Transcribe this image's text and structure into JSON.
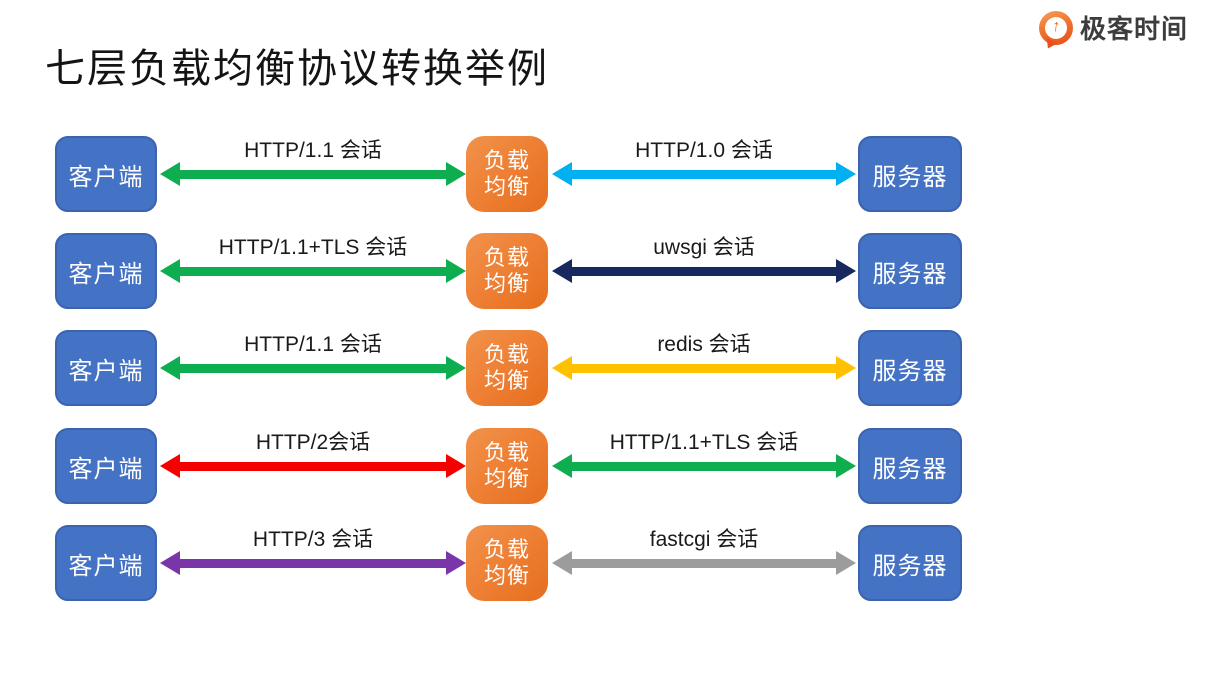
{
  "title": "七层负载均衡协议转换举例",
  "logo": {
    "text": "极客时间",
    "icon": "geektime-pin-icon",
    "icon_arrow": "↑",
    "brand_orange": "#EE6021",
    "text_color": "#3D3D3D"
  },
  "nodes": {
    "client": "客户端",
    "lb_line1": "负载",
    "lb_line2": "均衡",
    "server": "服务器",
    "client_color": "#4472C4",
    "lb_color": "#ED7D31"
  },
  "rows": [
    {
      "left": {
        "label": "HTTP/1.1 会话",
        "color": "#0EAD4F"
      },
      "right": {
        "label": "HTTP/1.0 会话",
        "color": "#00B0F0"
      }
    },
    {
      "left": {
        "label": "HTTP/1.1+TLS 会话",
        "color": "#0EAD4F"
      },
      "right": {
        "label": "uwsgi 会话",
        "color": "#17295E"
      }
    },
    {
      "left": {
        "label": "HTTP/1.1 会话",
        "color": "#0EAD4F"
      },
      "right": {
        "label": "redis 会话",
        "color": "#FFC000"
      }
    },
    {
      "left": {
        "label": "HTTP/2会话",
        "color": "#F50000"
      },
      "right": {
        "label": "HTTP/1.1+TLS 会话",
        "color": "#0EAD4F"
      }
    },
    {
      "left": {
        "label": "HTTP/3 会话",
        "color": "#7A35A8"
      },
      "right": {
        "label": "fastcgi 会话",
        "color": "#9C9C9C"
      }
    }
  ]
}
